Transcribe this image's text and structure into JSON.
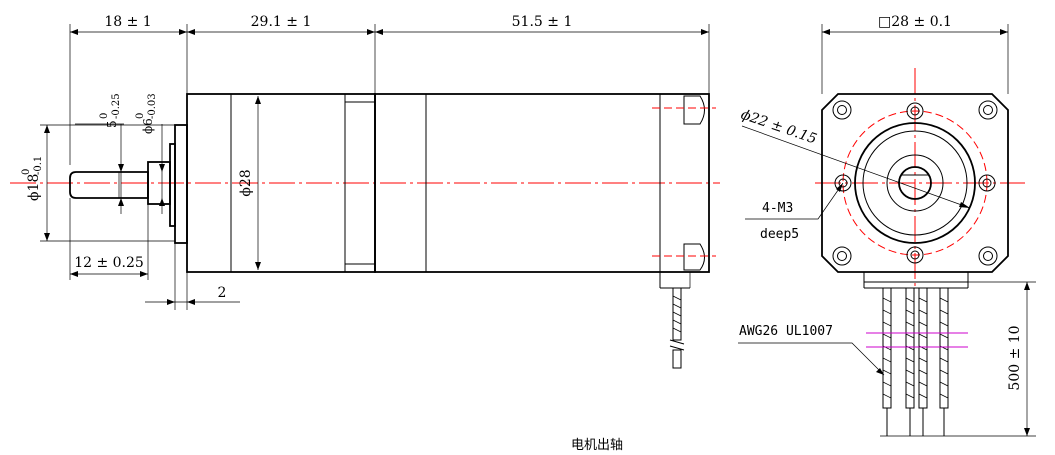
{
  "dimensions": {
    "shaft_len": "18 ± 1",
    "gearbox_len": "29.1 ± 1",
    "motor_len": "51.5 ± 1",
    "square": "□28 ± 0.1",
    "flat_len": "12 ± 0.25",
    "pilot_len": "2",
    "body_dia": "ϕ28",
    "pcd": "ϕ22 ± 0.15",
    "holes": "4-M3",
    "hole_depth": "deep5",
    "wire": "AWG26 UL1007",
    "lead_len": "500 ± 10"
  },
  "tolerances": {
    "pilot_dia": {
      "base": "ϕ18",
      "upper": "0",
      "lower": "-0.1"
    },
    "flat_dim": {
      "base": "5",
      "upper": "0",
      "lower": "-0.25"
    },
    "shaft_dia": {
      "base": "ϕ6",
      "upper": "0",
      "lower": "-0.03"
    }
  },
  "caption": "电机出轴",
  "colors": {
    "centerline": "#ff0000",
    "wire_mark": "#cc00cc",
    "line": "#000000"
  }
}
